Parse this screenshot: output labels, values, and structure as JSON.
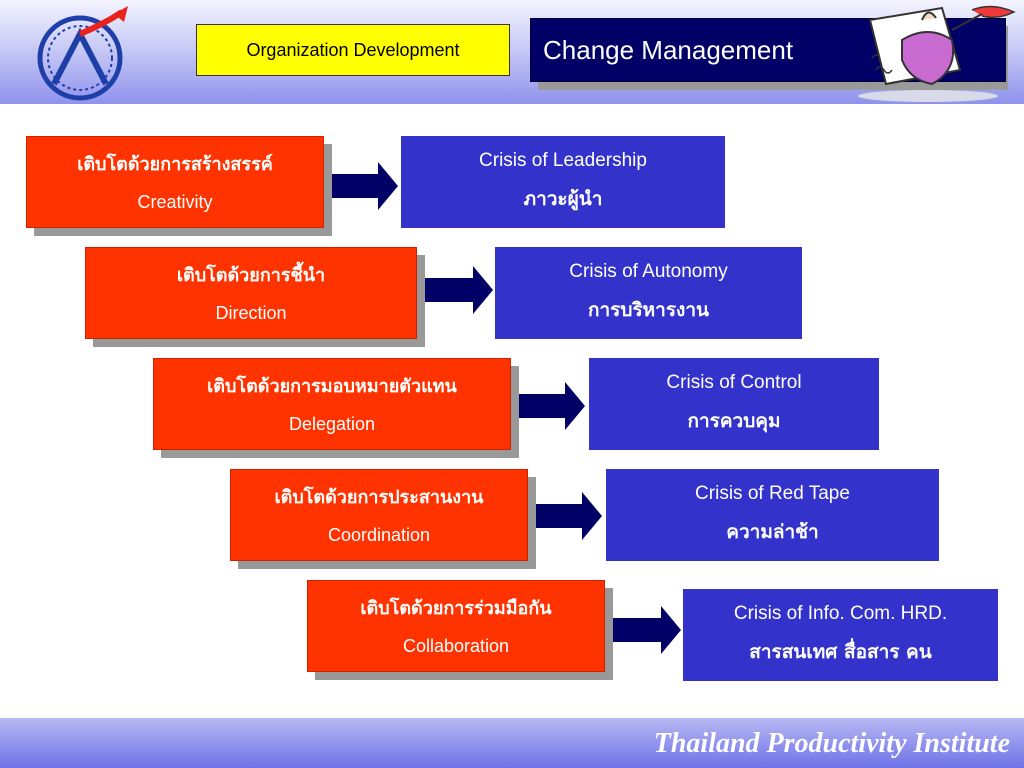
{
  "header": {
    "org_label": "Organization Development",
    "title": "Change Management",
    "logo_icon": "institute-logo-icon",
    "clipart_icon": "stressed-person-clipart-icon"
  },
  "stages": [
    {
      "th": "เติบโตด้วยการสร้างสรรค์",
      "en": "Creativity",
      "crisis_en": "Crisis of  Leadership",
      "crisis_th": "ภาวะผู้นำ"
    },
    {
      "th": "เติบโตด้วยการชี้นำ",
      "en": "Direction",
      "crisis_en": "Crisis of  Autonomy",
      "crisis_th": "การบริหารงาน"
    },
    {
      "th": "เติบโตด้วยการมอบหมายตัวแทน",
      "en": "Delegation",
      "crisis_en": "Crisis of  Control",
      "crisis_th": "การควบคุม"
    },
    {
      "th": "เติบโตด้วยการประสานงาน",
      "en": "Coordination",
      "crisis_en": "Crisis of  Red Tape",
      "crisis_th": "ความล่าช้า"
    },
    {
      "th": "เติบโตด้วยการร่วมมือกัน",
      "en": "Collaboration",
      "crisis_en": "Crisis of Info. Com. HRD.",
      "crisis_th": "สารสนเทศ สื่อสาร คน"
    }
  ],
  "colors": {
    "stage_bg": "#ff3300",
    "crisis_bg": "#3333cc",
    "arrow": "#000066",
    "title_bg": "#000066",
    "org_bg": "#ffff00"
  },
  "footer": {
    "text": "Thailand Productivity Institute"
  }
}
